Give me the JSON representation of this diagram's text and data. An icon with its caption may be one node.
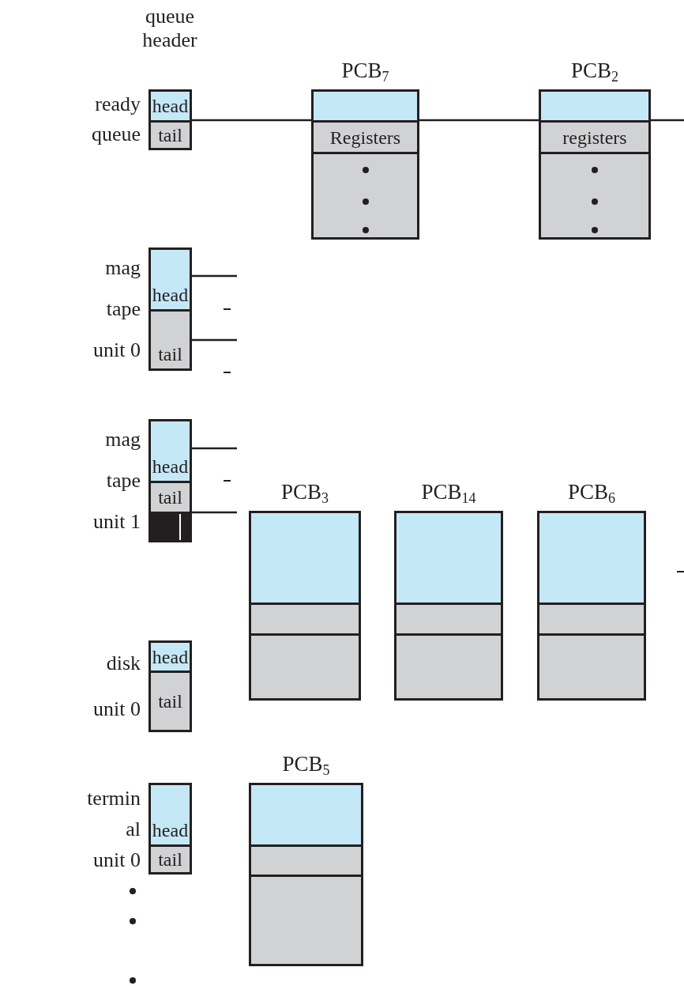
{
  "diagram": {
    "nodes": [
      {
        "text": [
          "head",
          "tail"
        ],
        "beside": [
          "ready queue"
        ]
      },
      {
        "text": [
          "PCB$_{7}$",
          "Registers"
        ]
      },
      {
        "text": [
          "PCB$_{2}$",
          "registers"
        ]
      },
      {
        "text": [
          "head",
          "tail"
        ],
        "beside": [
          "mag tape unit 0"
        ]
      },
      {
        "text": [
          "head",
          "tail"
        ],
        "beside": [
          "mag tape unit 1"
        ]
      },
      {
        "text": [
          "PCB$_{3}$"
        ]
      },
      {
        "text": [
          "PCB$_{14}$"
        ]
      },
      {
        "text": [
          "PCB$_{6}$"
        ]
      },
      {
        "text": [
          "head",
          "tail"
        ],
        "beside": [
          "disk unit 0"
        ]
      },
      {
        "text": [
          "head",
          "tail"
        ],
        "beside": [
          "termin al",
          "unit 0"
        ]
      },
      {
        "text": [
          "PCB$_{5}$"
        ]
      }
    ],
    "edges": [
      {
        "from": 0,
        "to": 1,
        "arrow": "none"
      },
      {
        "from": 1,
        "to": 2,
        "arrow": "none"
      },
      {
        "from": 2,
        "to": null,
        "arrow": "none"
      },
      {
        "from": 3,
        "to": null,
        "arrow": "none"
      },
      {
        "from": 3,
        "to": null,
        "arrow": "none"
      },
      {
        "from": 4,
        "to": null,
        "arrow": "none"
      },
      {
        "from": 4,
        "to": null,
        "arrow": "none"
      }
    ],
    "labels": [
      "queue header"
    ]
  }
}
